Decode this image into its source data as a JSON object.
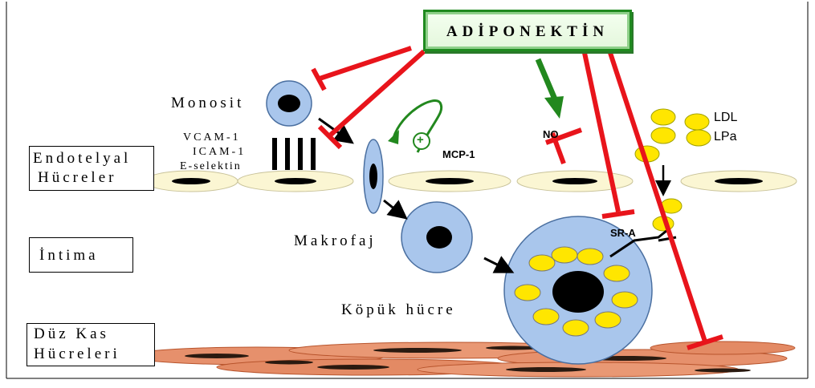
{
  "adiponectin_label": "ADİPONEKTİN",
  "cells": {
    "monosit": "Monosit",
    "makrofaj": "Makrofaj",
    "kopuk_hucre": "Köpük hücre"
  },
  "adhesion": {
    "vcam": "VCAM-1",
    "icam": "ICAM-1",
    "eselektin": "E-selektin"
  },
  "layers": {
    "endotelyal_line1": "Endotelyal",
    "endotelyal_line2": "Hücreler",
    "intima": "İntima",
    "duz_kas_line1": "Düz Kas",
    "duz_kas_line2": "Hücreleri"
  },
  "molecules": {
    "mcp1": "MCP-1",
    "no": "NO",
    "ldl": "LDL",
    "lpa": "LPa",
    "sra": "SR-A",
    "plus": "+"
  },
  "colors": {
    "inhibit": "#e8141b",
    "stimulate": "#22881e",
    "cell_fill": "#a9c6ec",
    "endothelium": "#fbf6d3",
    "lipid": "#ffe600",
    "smooth_muscle": "#e6906c"
  }
}
